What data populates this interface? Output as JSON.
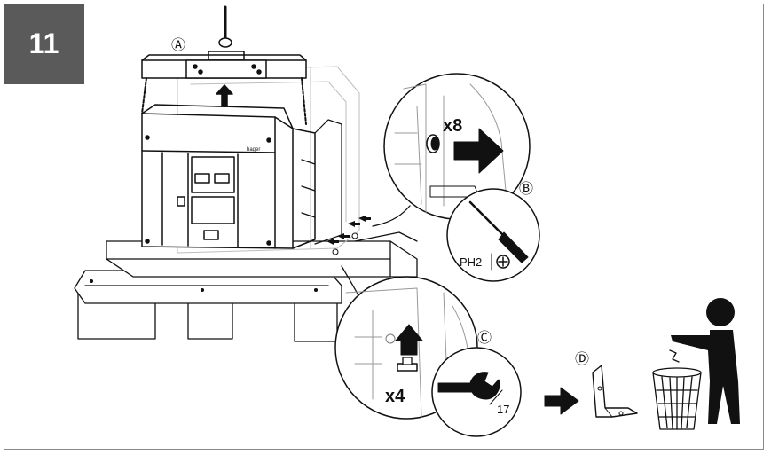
{
  "step": {
    "number": "11"
  },
  "callouts": {
    "a": "Ⓐ",
    "b": "Ⓑ",
    "c": "Ⓒ",
    "d": "Ⓓ"
  },
  "detail_b": {
    "quantity": "x8",
    "bit": "PH2"
  },
  "detail_c": {
    "quantity": "x4",
    "wrench_size": "17"
  },
  "device": {
    "brand": "hager"
  },
  "colors": {
    "badge_bg": "#5a5a5a",
    "line": "#111111",
    "ghost": "#bdbdbd",
    "frame": "#8a8a8a"
  }
}
